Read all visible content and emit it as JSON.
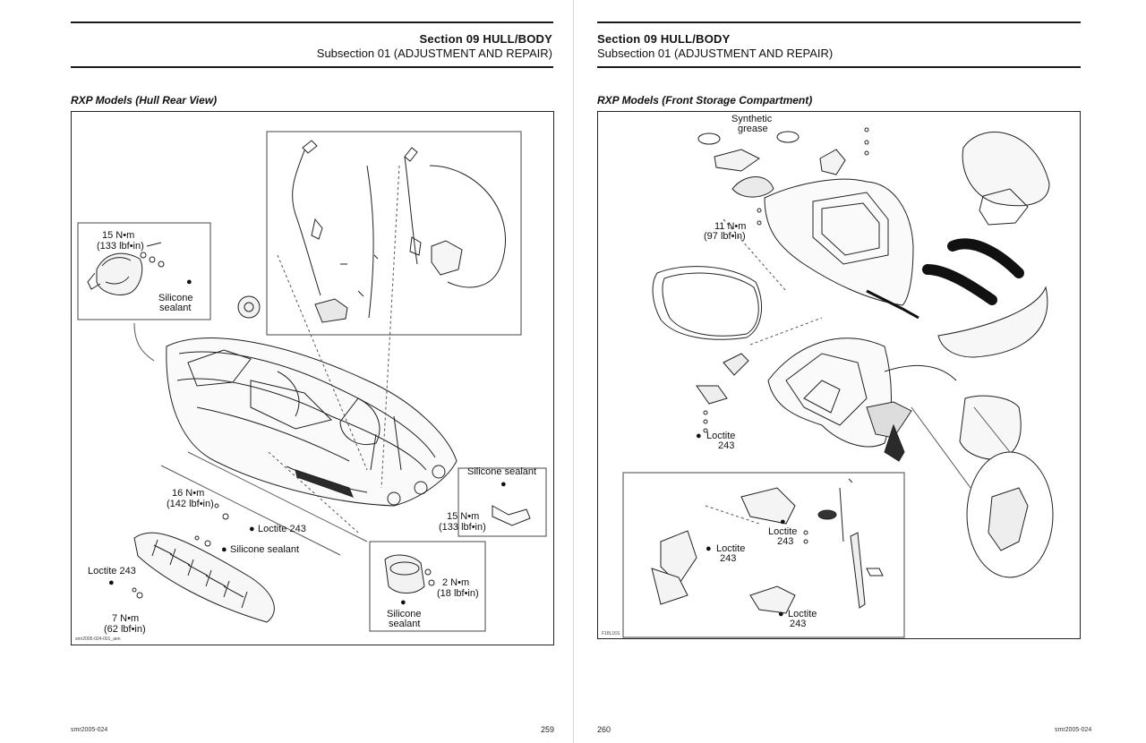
{
  "left_page": {
    "section_title": "Section 09 HULL/BODY",
    "subsection": "Subsection 01 (ADJUSTMENT AND REPAIR)",
    "figure_title": "RXP Models (Hull Rear View)",
    "labels": {
      "torque_15_top": "15 N•m",
      "torque_15_top_imp": "(133 lbf•in)",
      "silicone_top": "Silicone",
      "silicone_top_2": "sealant",
      "torque_16": "16 N•m",
      "torque_16_imp": "(142 lbf•in)",
      "loctite_243_a": "Loctite 243",
      "silicone_sealant_mid": "Silicone sealant",
      "loctite_243_b": "Loctite 243",
      "torque_7": "7 N•m",
      "torque_7_imp": "(62 lbf•in)",
      "silicone_sealant_right": "Silicone sealant",
      "torque_15_right": "15 N•m",
      "torque_15_right_imp": "(133 lbf•in)",
      "torque_2": "2 N•m",
      "torque_2_imp": "(18 lbf•in)",
      "silicone_bottom": "Silicone",
      "silicone_bottom_2": "sealant"
    },
    "figure_code": "smr2005-024-001_aen",
    "footer_code": "smr2005-024",
    "page_number": "259"
  },
  "right_page": {
    "section_title": "Section 09 HULL/BODY",
    "subsection": "Subsection 01 (ADJUSTMENT AND REPAIR)",
    "figure_title": "RXP Models (Front Storage Compartment)",
    "labels": {
      "synthetic": "Synthetic",
      "grease": "grease",
      "torque_11": "11 N•m",
      "torque_11_imp": "(97 lbf•in)",
      "loctite_a_1": "Loctite",
      "loctite_a_2": "243",
      "loctite_b_1": "Loctite",
      "loctite_b_2": "243",
      "loctite_c_1": "Loctite",
      "loctite_c_2": "243",
      "loctite_d_1": "Loctite",
      "loctite_d_2": "243"
    },
    "figure_code": "F18L16S",
    "footer_code": "smr2005-024",
    "page_number": "260"
  },
  "icons": {
    "drop": "sealant-drop-icon"
  },
  "colors": {
    "rule": "#1a1a1a",
    "line_art": "#222222",
    "black_part": "#1b1b1b"
  }
}
